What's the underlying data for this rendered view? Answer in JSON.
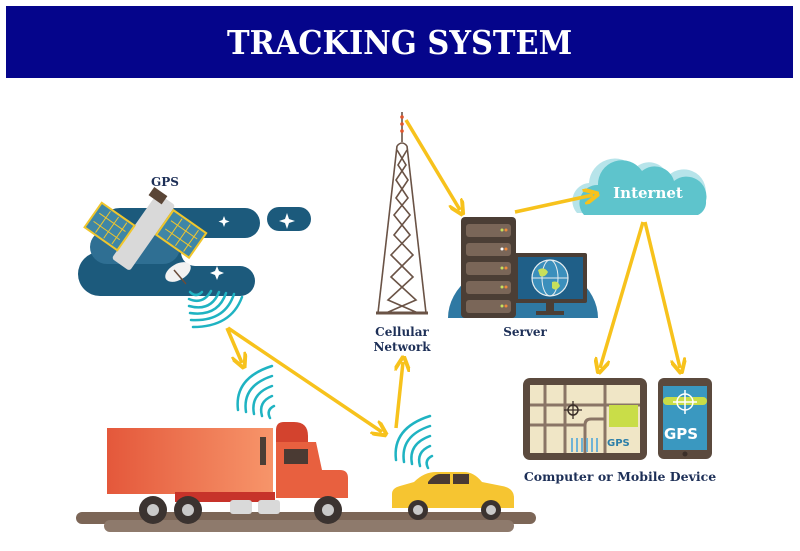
{
  "header": {
    "title": "TRACKING SYSTEM"
  },
  "nodes": {
    "gps": {
      "label": "GPS"
    },
    "cellular": {
      "label_line1": "Cellular",
      "label_line2": "Network"
    },
    "server": {
      "label": "Server"
    },
    "internet": {
      "label": "Internet"
    },
    "devices": {
      "label": "Computer or Mobile Device",
      "tablet_screen_text": "GPS",
      "phone_screen_text": "GPS"
    }
  },
  "colors": {
    "banner": "#05058b",
    "arrow": "#f7c21c",
    "signal": "#1fb3c2",
    "label_text": "#1d2f57",
    "cloud": "#5ec4cc",
    "truck": "#e8603f",
    "car": "#f6c531"
  }
}
